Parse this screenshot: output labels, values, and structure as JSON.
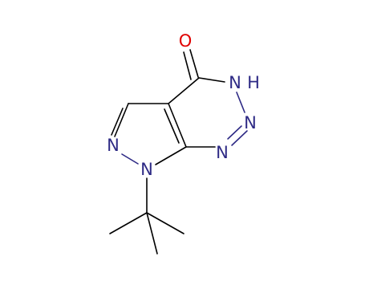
{
  "molecule": {
    "atoms": {
      "oxygen": "O",
      "n_h": "N",
      "h": "H",
      "n_right": "N",
      "n_bottom": "N",
      "n_left": "N",
      "n_tbu": "N"
    }
  },
  "colors": {
    "bond": "#000000",
    "nitrogen": "#2e2a85",
    "oxygen": "#e00000",
    "background": "#ffffff"
  }
}
